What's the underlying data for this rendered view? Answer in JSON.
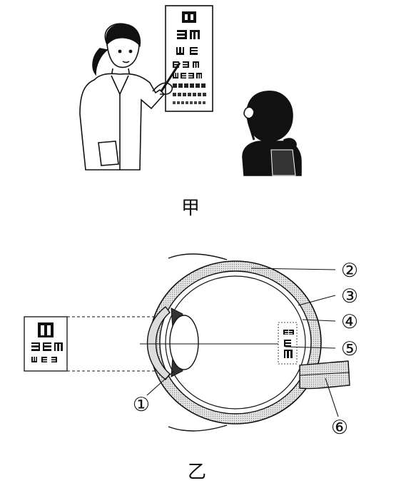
{
  "figures": {
    "top_caption": "甲",
    "bottom_caption": "乙"
  },
  "eye_labels": [
    "①",
    "②",
    "③",
    "④",
    "⑤",
    "⑥"
  ],
  "colors": {
    "ink": "#111111",
    "gray": "#9b9b9b",
    "light_gray": "#cfcfcf",
    "chart_bg": "#ffffff"
  }
}
